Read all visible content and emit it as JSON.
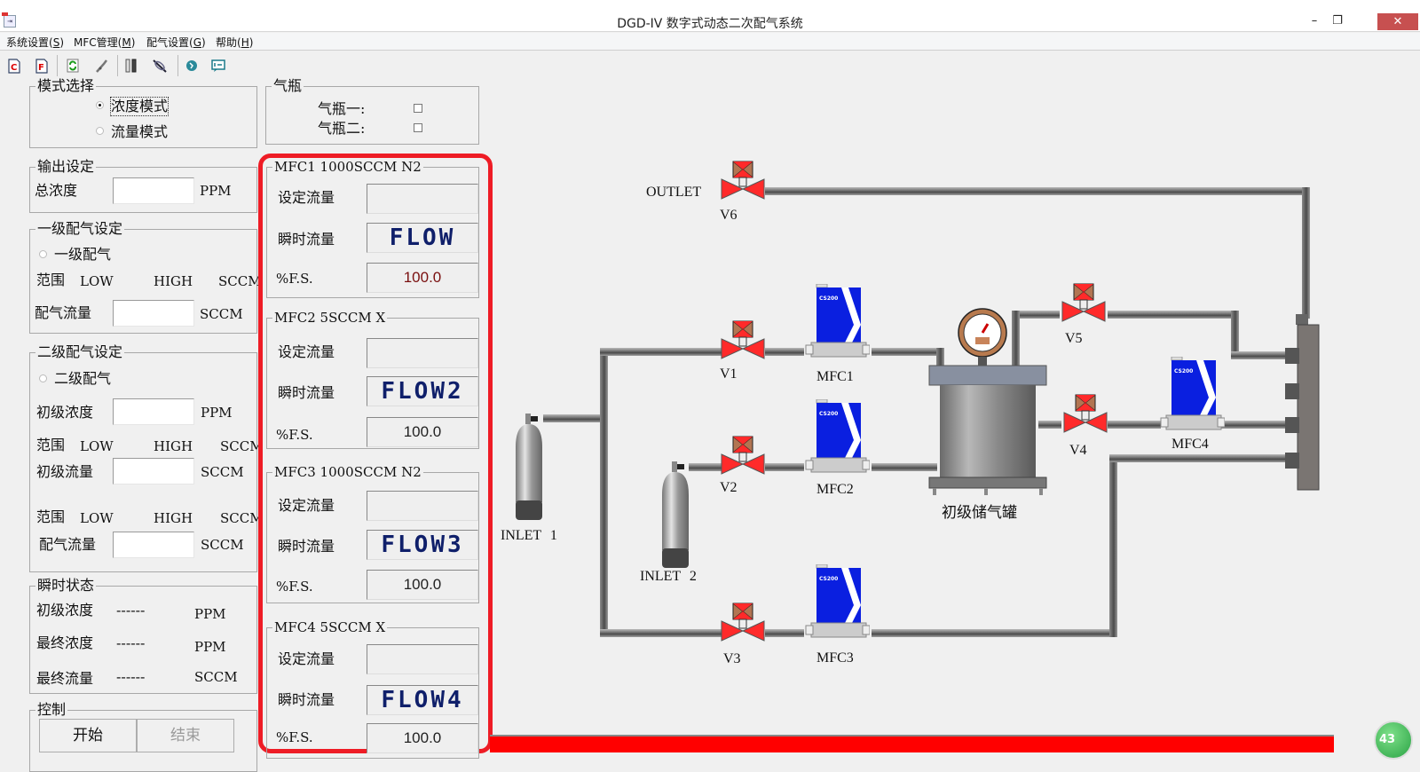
{
  "window": {
    "title": "DGD-IV 数字式动态二次配气系统",
    "minimize": "–",
    "maximize": "❐",
    "close": "✕"
  },
  "menu": [
    {
      "label": "系统设置(",
      "key": "S",
      "end": ")"
    },
    {
      "label": "MFC管理(",
      "key": "M",
      "end": ")"
    },
    {
      "label": "配气设置(",
      "key": "G",
      "end": ")"
    },
    {
      "label": "帮助(",
      "key": "H",
      "end": ")"
    }
  ],
  "toolbar": {
    "icons": [
      "concentration-file-icon",
      "flow-file-icon",
      "refresh-icon",
      "calibrate-icon",
      "columns-icon",
      "disconnect-icon",
      "about-icon",
      "message-icon"
    ]
  },
  "mode": {
    "title": "模式选择",
    "options": [
      {
        "label": "浓度模式",
        "selected": true
      },
      {
        "label": "流量模式",
        "selected": false
      }
    ]
  },
  "cylinders": {
    "title": "气瓶",
    "items": [
      {
        "label": "气瓶一:",
        "checked": false
      },
      {
        "label": "气瓶二:",
        "checked": false
      }
    ]
  },
  "output": {
    "title": "输出设定",
    "total_conc_label": "总浓度",
    "total_conc_value": "",
    "unit": "PPM"
  },
  "stage1": {
    "title": "一级配气设定",
    "radio_label": "一级配气",
    "range_label": "范围",
    "low": "LOW",
    "high": "HIGH",
    "range_unit": "SCCM",
    "flow_label": "配气流量",
    "flow_value": "",
    "flow_unit": "SCCM"
  },
  "stage2": {
    "title": "二级配气设定",
    "radio_label": "二级配气",
    "init_conc_label": "初级浓度",
    "init_conc_value": "",
    "init_conc_unit": "PPM",
    "range_label": "范围",
    "low": "LOW",
    "high": "HIGH",
    "range_unit": "SCCM",
    "init_flow_label": "初级流量",
    "init_flow_value": "",
    "init_flow_unit": "SCCM",
    "range2_label": "范围",
    "low2": "LOW",
    "high2": "HIGH",
    "range2_unit": "SCCM",
    "mix_flow_label": "配气流量",
    "mix_flow_value": "",
    "mix_flow_unit": "SCCM"
  },
  "status": {
    "title": "瞬时状态",
    "rows": [
      {
        "label": "初级浓度",
        "value": "------",
        "unit": "PPM"
      },
      {
        "label": "最终浓度",
        "value": "------",
        "unit": "PPM"
      },
      {
        "label": "最终流量",
        "value": "------",
        "unit": "SCCM"
      }
    ]
  },
  "control": {
    "title": "控制",
    "start": "开始",
    "stop": "结束"
  },
  "mfcs": [
    {
      "title": "MFC1 1000SCCM N2",
      "set_label": "设定流量",
      "set_value": "",
      "inst_label": "瞬时流量",
      "inst_value": "FLOW",
      "fs_label": "%F.S.",
      "fs_value": "100.0"
    },
    {
      "title": "MFC2 5SCCM X",
      "set_label": "设定流量",
      "set_value": "",
      "inst_label": "瞬时流量",
      "inst_value": "FLOW2",
      "fs_label": "%F.S.",
      "fs_value": "100.0"
    },
    {
      "title": "MFC3 1000SCCM N2",
      "set_label": "设定流量",
      "set_value": "",
      "inst_label": "瞬时流量",
      "inst_value": "FLOW3",
      "fs_label": "%F.S.",
      "fs_value": "100.0"
    },
    {
      "title": "MFC4 5SCCM X",
      "set_label": "设定流量",
      "set_value": "",
      "inst_label": "瞬时流量",
      "inst_value": "FLOW4",
      "fs_label": "%F.S.",
      "fs_value": "100.0"
    }
  ],
  "diagram": {
    "outlet": "OUTLET",
    "inlet1": "INLET 1",
    "inlet2": "INLET 2",
    "tank": "初级储气罐",
    "valves": [
      "V1",
      "V2",
      "V3",
      "V4",
      "V5",
      "V6"
    ],
    "mfc_labels": [
      "MFC1",
      "MFC2",
      "MFC3",
      "MFC4"
    ],
    "mfc_model": "CS200"
  },
  "colors": {
    "highlight": "#ee1c25",
    "lcd_text": "#0f1f6a",
    "valve": "#ff2a2a",
    "mfc_body": "#0a1fe0",
    "status_bar": "#ff0000"
  },
  "badge": "43"
}
